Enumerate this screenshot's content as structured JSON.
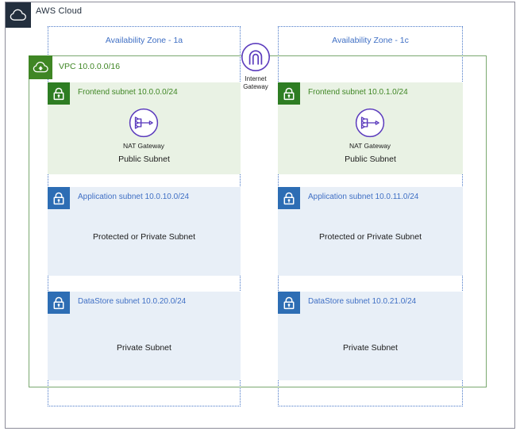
{
  "diagram": {
    "cloud": {
      "label": "AWS Cloud",
      "icon": "aws-cloud-icon",
      "badge_color": "#232f3e"
    },
    "vpc": {
      "label": "VPC 10.0.0.0/16",
      "icon": "vpc-cloud-icon",
      "badge_color": "#3f8624",
      "border_color": "#7aa86f"
    },
    "internet_gateway": {
      "label_line1": "Internet",
      "label_line2": "Gateway",
      "icon": "internet-gateway-icon",
      "color": "#5b3bbd"
    },
    "availability_zones": [
      {
        "id": "az-1a",
        "title": "Availability Zone - 1a",
        "border_color": "#4a78c8",
        "subnets": [
          {
            "id": "frontend-1a",
            "title": "Frontend subnet 10.0.0.0/24",
            "kind": "Public Subnet",
            "icon": "lock-icon",
            "badge_color": "#2e7d23",
            "title_color": "#3f8624",
            "background": "#e9f2e4",
            "node": {
              "icon": "nat-gateway-icon",
              "label": "NAT Gateway",
              "color": "#5b3bbd"
            }
          },
          {
            "id": "application-1a",
            "title": "Application subnet 10.0.10.0/24",
            "kind": "Protected or Private Subnet",
            "icon": "lock-icon",
            "badge_color": "#2d6db4",
            "title_color": "#3f6fc4",
            "background": "#e8eff7",
            "node": null
          },
          {
            "id": "datastore-1a",
            "title": "DataStore subnet 10.0.20.0/24",
            "kind": "Private Subnet",
            "icon": "lock-icon",
            "badge_color": "#2d6db4",
            "title_color": "#3f6fc4",
            "background": "#e8eff7",
            "node": null
          }
        ]
      },
      {
        "id": "az-1c",
        "title": "Availability Zone - 1c",
        "border_color": "#4a78c8",
        "subnets": [
          {
            "id": "frontend-1c",
            "title": "Frontend subnet 10.0.1.0/24",
            "kind": "Public Subnet",
            "icon": "lock-icon",
            "badge_color": "#2e7d23",
            "title_color": "#3f8624",
            "background": "#e9f2e4",
            "node": {
              "icon": "nat-gateway-icon",
              "label": "NAT Gateway",
              "color": "#5b3bbd"
            }
          },
          {
            "id": "application-1c",
            "title": "Application subnet 10.0.11.0/24",
            "kind": "Protected or Private Subnet",
            "icon": "lock-icon",
            "badge_color": "#2d6db4",
            "title_color": "#3f6fc4",
            "background": "#e8eff7",
            "node": null
          },
          {
            "id": "datastore-1c",
            "title": "DataStore subnet 10.0.21.0/24",
            "kind": "Private Subnet",
            "icon": "lock-icon",
            "badge_color": "#2d6db4",
            "title_color": "#3f6fc4",
            "background": "#e8eff7",
            "node": null
          }
        ]
      }
    ]
  }
}
